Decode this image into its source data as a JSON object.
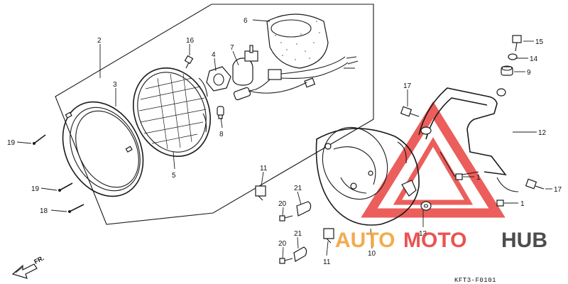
{
  "diagram": {
    "code": "KFT3-F0101",
    "direction_label": "FR.",
    "parts": [
      {
        "id": "p1a",
        "label": "1"
      },
      {
        "id": "p1b",
        "label": "1"
      },
      {
        "id": "p2",
        "label": "2"
      },
      {
        "id": "p3",
        "label": "3"
      },
      {
        "id": "p4",
        "label": "4"
      },
      {
        "id": "p5",
        "label": "5"
      },
      {
        "id": "p6",
        "label": "6"
      },
      {
        "id": "p7",
        "label": "7"
      },
      {
        "id": "p8",
        "label": "8"
      },
      {
        "id": "p9",
        "label": "9"
      },
      {
        "id": "p10",
        "label": "10"
      },
      {
        "id": "p11a",
        "label": "11"
      },
      {
        "id": "p11b",
        "label": "11"
      },
      {
        "id": "p12",
        "label": "12"
      },
      {
        "id": "p13",
        "label": "13"
      },
      {
        "id": "p14",
        "label": "14"
      },
      {
        "id": "p15",
        "label": "15"
      },
      {
        "id": "p16",
        "label": "16"
      },
      {
        "id": "p17a",
        "label": "17"
      },
      {
        "id": "p17b",
        "label": "17"
      },
      {
        "id": "p18",
        "label": "18"
      },
      {
        "id": "p19a",
        "label": "19"
      },
      {
        "id": "p19b",
        "label": "19"
      },
      {
        "id": "p20a",
        "label": "20"
      },
      {
        "id": "p20b",
        "label": "20"
      },
      {
        "id": "p21a",
        "label": "21"
      },
      {
        "id": "p21b",
        "label": "21"
      }
    ]
  },
  "watermark": {
    "part1": "AUTO",
    "part2": "MOTO",
    "part3": "HUB",
    "color_primary": "#e8423f",
    "color_secondary": "#f2a33a",
    "color_dark": "#3a3a3a"
  }
}
